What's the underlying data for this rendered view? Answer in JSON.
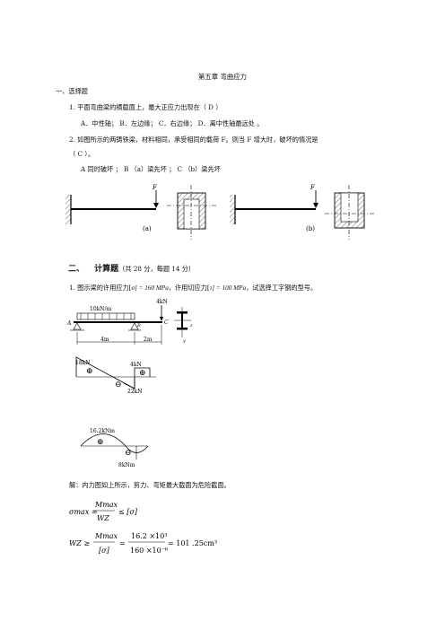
{
  "doc": {
    "title": "第五章 弯曲应力",
    "section1": "一、选择题",
    "q1": {
      "stem": "1.    平面弯曲梁的横截面上，最大正应力出现在（    D  ）",
      "options": "A．中性轴；    B．左边缘；     C．右边缘；       D．离中性轴最远处  。"
    },
    "q2": {
      "stem": "2.  如图所示的两铸铁梁，材料相同，承受相同的载荷 F。则当 F 增大时，破坏的情况是",
      "answer": "（    C    ）。",
      "options": "A  同时破坏 ；          B  （a）梁先坏 ；         C  （b）梁先坏",
      "fig_a": {
        "load": "F",
        "label": "(a)"
      },
      "fig_b": {
        "load": "F",
        "label": "(b)"
      }
    },
    "section2": {
      "num": "二、",
      "title": "计算题",
      "note": "（共 28 分，每题 14 分）"
    },
    "p1": {
      "stem_pre": "1. 图示梁的许用应力[",
      "sigma_allow": "σ] = 160 MPa",
      "stem_mid": "，许用切应力[",
      "tau_allow": "τ] = 100 MPa",
      "stem_post": "，试选择工字钢的型号。",
      "beam": {
        "dist_load": "10kN/m",
        "point_load": "4kN",
        "span1": "4m",
        "span2": "2m",
        "point_a": "A",
        "point_b": "B",
        "point_c": "C",
        "axis_y": "y",
        "axis_z": "z"
      },
      "shear": {
        "v1": "18kN",
        "v2": "4kN",
        "v3": "22kN",
        "plus": "⊕",
        "minus": "⊖"
      },
      "moment": {
        "m1": "16.2kNm",
        "m2": "8kNm",
        "plus": "⊕",
        "minus": "⊖"
      },
      "solution": "解：内力图如上所示，剪力、弯矩最大截面为危险截面。",
      "eq1": {
        "lhs": "σmax =",
        "num": "Mmax",
        "den": "WZ",
        "rhs": "≤ [σ]"
      },
      "eq2": {
        "lhs": "WZ ≥",
        "num": "Mmax",
        "den": "[σ]",
        "eq": "=",
        "num2": "16.2 ×10³",
        "den2": "160 ×10⁻⁶",
        "result": "= 101 .25cm³"
      }
    }
  }
}
